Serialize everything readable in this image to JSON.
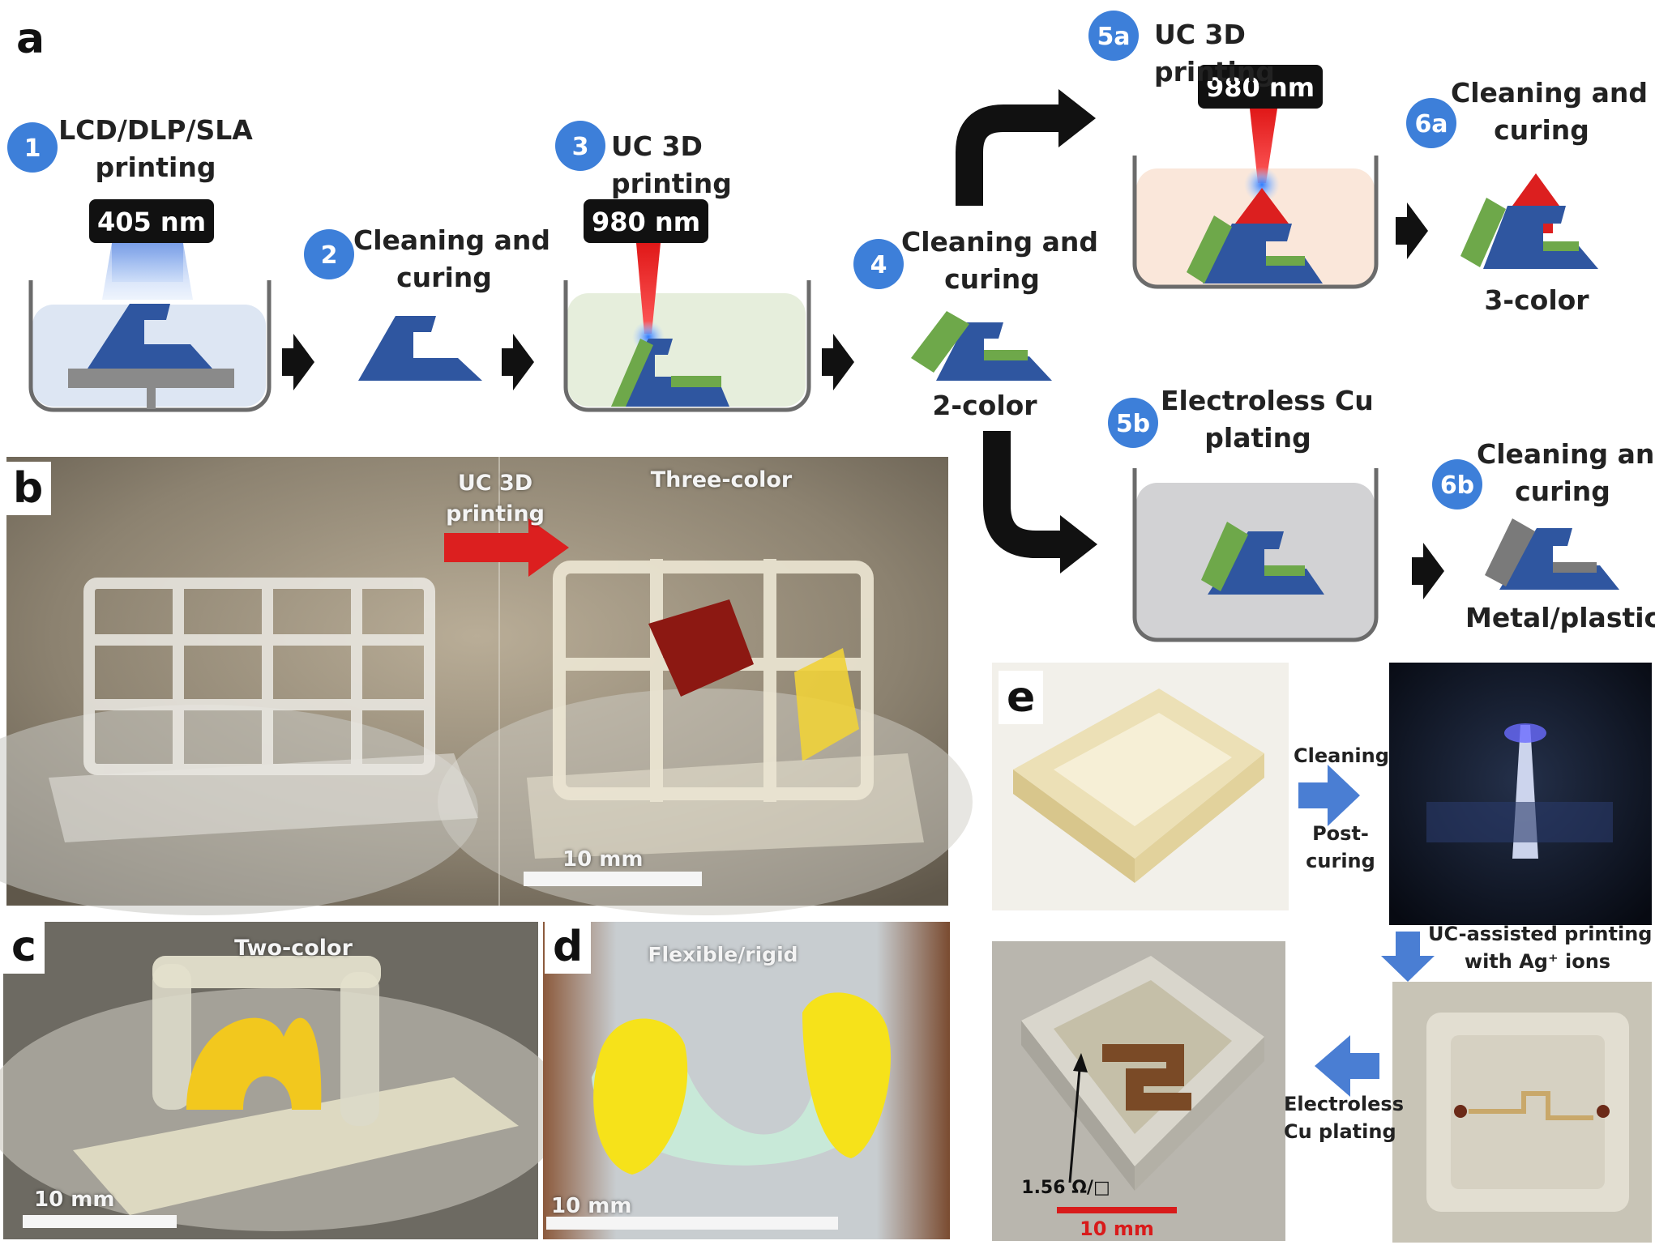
{
  "panels": {
    "a": "a",
    "b": "b",
    "c": "c",
    "d": "d",
    "e": "e"
  },
  "steps": {
    "s1": {
      "num": "1",
      "label": "LCD/DLP/SLA\nprinting",
      "wavelength": "405 nm"
    },
    "s2": {
      "num": "2",
      "label": "Cleaning and\ncuring"
    },
    "s3": {
      "num": "3",
      "label": "UC 3D printing",
      "wavelength": "980 nm"
    },
    "s4": {
      "num": "4",
      "label": "Cleaning and\ncuring",
      "result": "2-color"
    },
    "s5a": {
      "num": "5a",
      "label": "UC 3D printing",
      "wavelength": "980 nm"
    },
    "s6a": {
      "num": "6a",
      "label": "Cleaning and\ncuring",
      "result": "3-color"
    },
    "s5b": {
      "num": "5b",
      "label": "Electroless Cu\nplating"
    },
    "s6b": {
      "num": "6b",
      "label": "Cleaning and\ncuring",
      "result": "Metal/plastic"
    }
  },
  "photos": {
    "b": {
      "arrow_label": "UC 3D\nprinting",
      "label": "Three-color",
      "scale": "10 mm"
    },
    "c": {
      "label": "Two-color",
      "scale": "10 mm"
    },
    "d": {
      "label": "Flexible/rigid",
      "scale": "10 mm"
    },
    "e": {
      "cleaning": "Cleaning",
      "post_curing": "Post-\ncuring",
      "uc_assisted": "UC-assisted printing\nwith Ag⁺ ions",
      "electroless": "Electroless\nCu plating",
      "resistance": "1.56 Ω/□",
      "scale": "10 mm"
    }
  },
  "colors": {
    "blue_part": "#2f56a0",
    "green_part": "#6ea84a",
    "red_part": "#dc1f1f",
    "step_circle": "#3d7fd9",
    "arrow": "#111111",
    "e_arrow": "#4a7ed3",
    "scale_red": "#d81b1b"
  }
}
